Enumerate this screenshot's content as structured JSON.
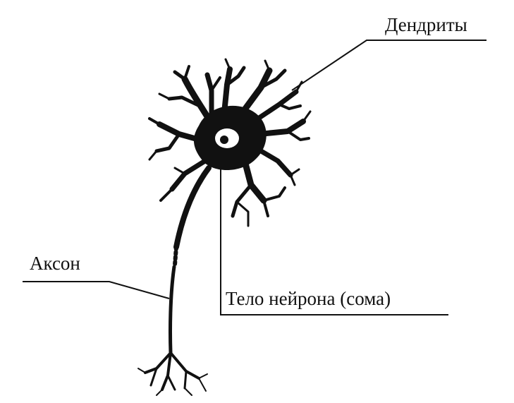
{
  "labels": {
    "dendrites": "Дендриты",
    "axon": "Аксон",
    "soma": "Тело нейрона (сома)"
  },
  "colors": {
    "ink": "#111111",
    "background": "#ffffff"
  }
}
